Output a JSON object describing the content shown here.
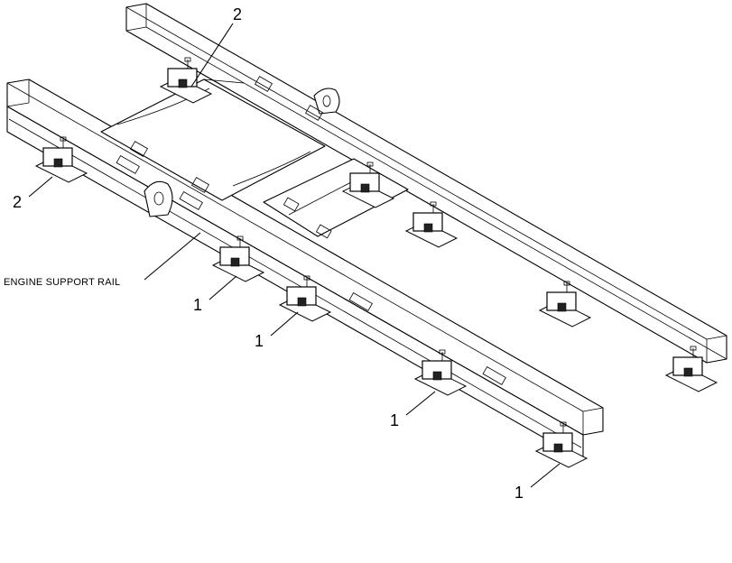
{
  "labels": {
    "engine_support_rail": "ENGINE SUPPORT RAIL",
    "callouts": [
      "2",
      "2",
      "1",
      "1",
      "1",
      "1"
    ]
  }
}
